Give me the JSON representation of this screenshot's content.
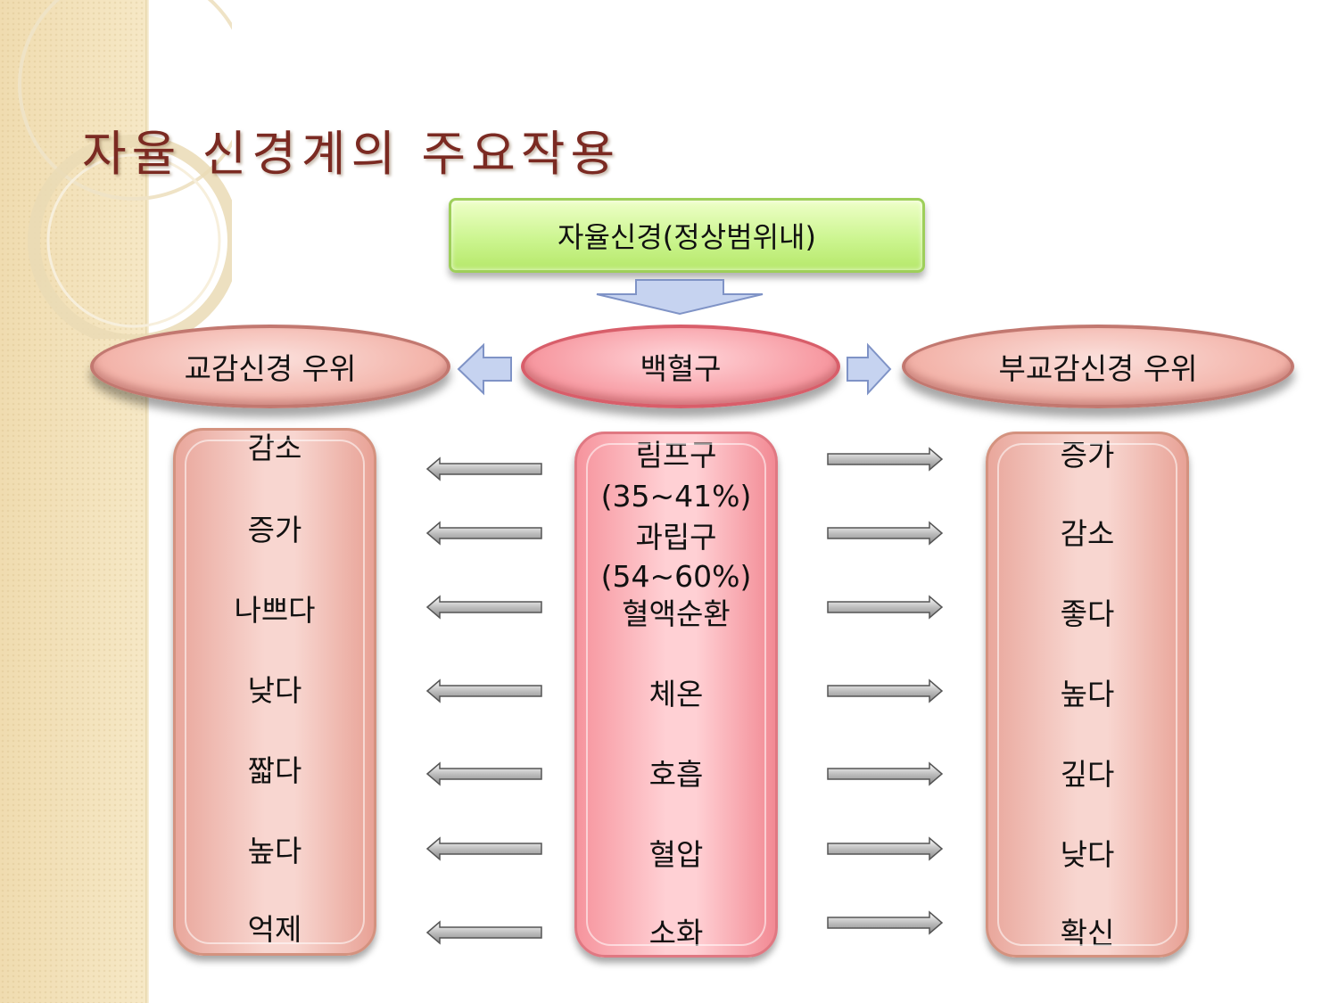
{
  "title": "자율 신경계의 주요작용",
  "top_box": "자율신경(정상범위내)",
  "ellipses": {
    "left": "교감신경 우위",
    "center": "백혈구",
    "right": "부교감신경 우위"
  },
  "left_column": [
    "감소",
    "증가",
    "나쁘다",
    "낮다",
    "짧다",
    "높다",
    "억제"
  ],
  "center_column": [
    "림프구",
    "(35~41%)",
    "과립구",
    "(54~60%)",
    "혈액순환",
    "체온",
    "호흡",
    "혈압",
    "소화"
  ],
  "right_column": [
    "증가",
    "감소",
    "좋다",
    "높다",
    "깊다",
    "낮다",
    "확신"
  ],
  "colors": {
    "title": "#7b2a22",
    "top_box": "#ccf590",
    "side_ellipse": "#f3b4aa",
    "center_ellipse": "#f79aa2",
    "arrow_fill": "#c6d3f0"
  }
}
